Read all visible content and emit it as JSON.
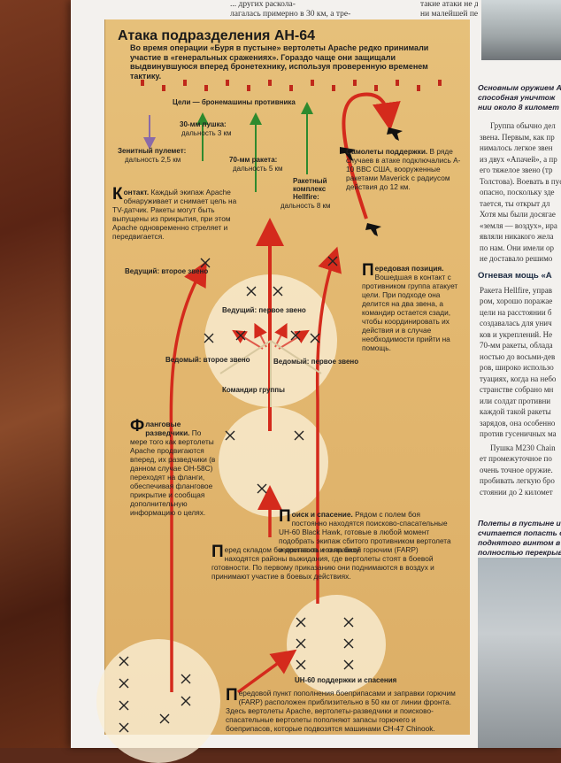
{
  "top": {
    "left_text": "... других раскола-\nлагалась примерно в 30 км, а тре-",
    "right_text": "такие атаки не давали противнику\nни малейшей передышки."
  },
  "panel": {
    "title": "Атака подразделения АН-64",
    "intro": "Во время операции «Буря в пустыне» вертолеты Apache редко принимали участие в «генеральных сражениях». Гораздо чаще они защищали выдвинувшуюся вперед бронетехнику, используя проверенную временем тактику."
  },
  "labels": {
    "targets": "Цели — бронемашины противника",
    "gun30": "30-мм пушка:",
    "gun30_range": "дальность 3 км",
    "aa": "Зенитный пулемет:",
    "aa_range": "дальность 2,5 км",
    "rocket70": "70-мм ракета:",
    "rocket70_range": "дальность 5 км",
    "hellfire1": "Ракетный",
    "hellfire2": "комплекс",
    "hellfire3": "Hellfire:",
    "hellfire_range": "дальность 8 км",
    "lead_second": "Ведущий: второе звено",
    "lead_first": "Ведущий: первое звено",
    "wing_second": "Ведомый: второе звено",
    "wing_first": "Ведомый: первое звено",
    "commander": "Командир группы"
  },
  "blocks": {
    "contact_initial": "К",
    "contact_head": "онтакт.",
    "contact_body": " Каждый экипаж Apache обнаруживает и снимает цель на TV-датчик. Ракеты могут быть выпущены из прикрытия, при этом Apache одновременно стреляет и передвигается.",
    "a10_head": "Самолеты поддержки.",
    "a10_body": " В ряде случаев в атаке подключались A-10 ВВС США, вооруженные ракетами Maverick с радиусом действия до 12 км.",
    "front_initial": "П",
    "front_head": "ередовая позиция.",
    "front_body": " Вошедшая в контакт с противником группа атакует цели. При подходе она делится на два звена, а командир остается сзади, чтобы координировать их действия и в случае необходимости прийти на помощь.",
    "flank_initial": "Ф",
    "flank_head": "ланговые разведчики.",
    "flank_body": " По мере того как вертолеты Apache продвигаются вперед, их разведчики (в данном случае OH-58C) переходят на фланги, обеспечивая фланговое прикрытие и сообщая дополнительную информацию о целях.",
    "sar_initial": "П",
    "sar_head": "оиск и спасение.",
    "sar_body": " Рядом с полем боя постоянно находятся поисково-спасательные UH-60 Black Hawk, готовые в любой момент подобрать экипаж сбитого противником вертолета и доставить его на базу.",
    "farp_initial": "П",
    "farp_body": "еред складом боеприпасов и заправкой горючим (FARP) находятся районы выжидания, где вертолеты стоят в боевой готовности. По первому приказанию они поднимаются в воздух и принимают участие в боевых действиях.",
    "uh60": "UH-60 поддержки и спасения",
    "fwd_initial": "П",
    "fwd_body": "ередовой пункт пополнения боеприпасами и заправки горючим (FARP) расположен приблизительно в 50 км от линии фронта. Здесь вертолеты Apache, вертолеты-разведчики и поисково-спасательные вертолеты пополняют запасы горючего и боеприпасов, которые подвозятся машинами CH-47 Chinook."
  },
  "right": {
    "cap1": "Основным оружием А",
    "cap2": "способная уничтож",
    "cap3": "нии около 8 километ",
    "t1": "Группа обычно дел",
    "t2": "звена. Первым, как пр",
    "t3": "нималось легкое звен",
    "t4": "из двух «Апачей», а пр",
    "t5": "его тяжелое звено (тр",
    "t6": "Толстова). Воевать в пус",
    "t7": "опасно, поскольку зде",
    "t8": "тается, ты открыт дл",
    "t9": "Хотя мы были досягае",
    "t10": "«земля — воздух», ира",
    "t11": "являли никакого жела",
    "t12": "по нам. Они имели ор",
    "t13": "не доставало решимо",
    "head": "Огневая мощь «А",
    "u1": "Ракета Hellfire, управ",
    "u2": "ром, хорошо поражае",
    "u3": "цели на расстоянии б",
    "u4": "создавалась для унич",
    "u5": "ков и укреплений. Не",
    "u6": "70-мм ракеты, облада",
    "u7": "ностью до восьми-дев",
    "u8": "ров, широко использо",
    "u9": "туациях, когда на небо",
    "u10": "странстве собрано мн",
    "u11": "или солдат противни",
    "u12": "каждой такой ракеты",
    "u13": "зарядов, она особенно",
    "u14": "против гусеничных ма",
    "u15": "Пушка M230 Chain",
    "u16": "ет промежуточное по",
    "u17": "очень точное оружие.",
    "u18": "пробивать легкую бро",
    "u19": "стоянии до 2 километ",
    "cap4": "Полеты в пустыне и",
    "cap5": "считается попасть с",
    "cap6": "поднятого винтом в",
    "cap7": "полностью перекрыв"
  },
  "colors": {
    "panel": "#e3b870",
    "arrow_red": "#d42a1c",
    "arrow_green": "#2e8a2e",
    "arrow_purple": "#8a6aa8",
    "enemy": "#c0281a"
  }
}
